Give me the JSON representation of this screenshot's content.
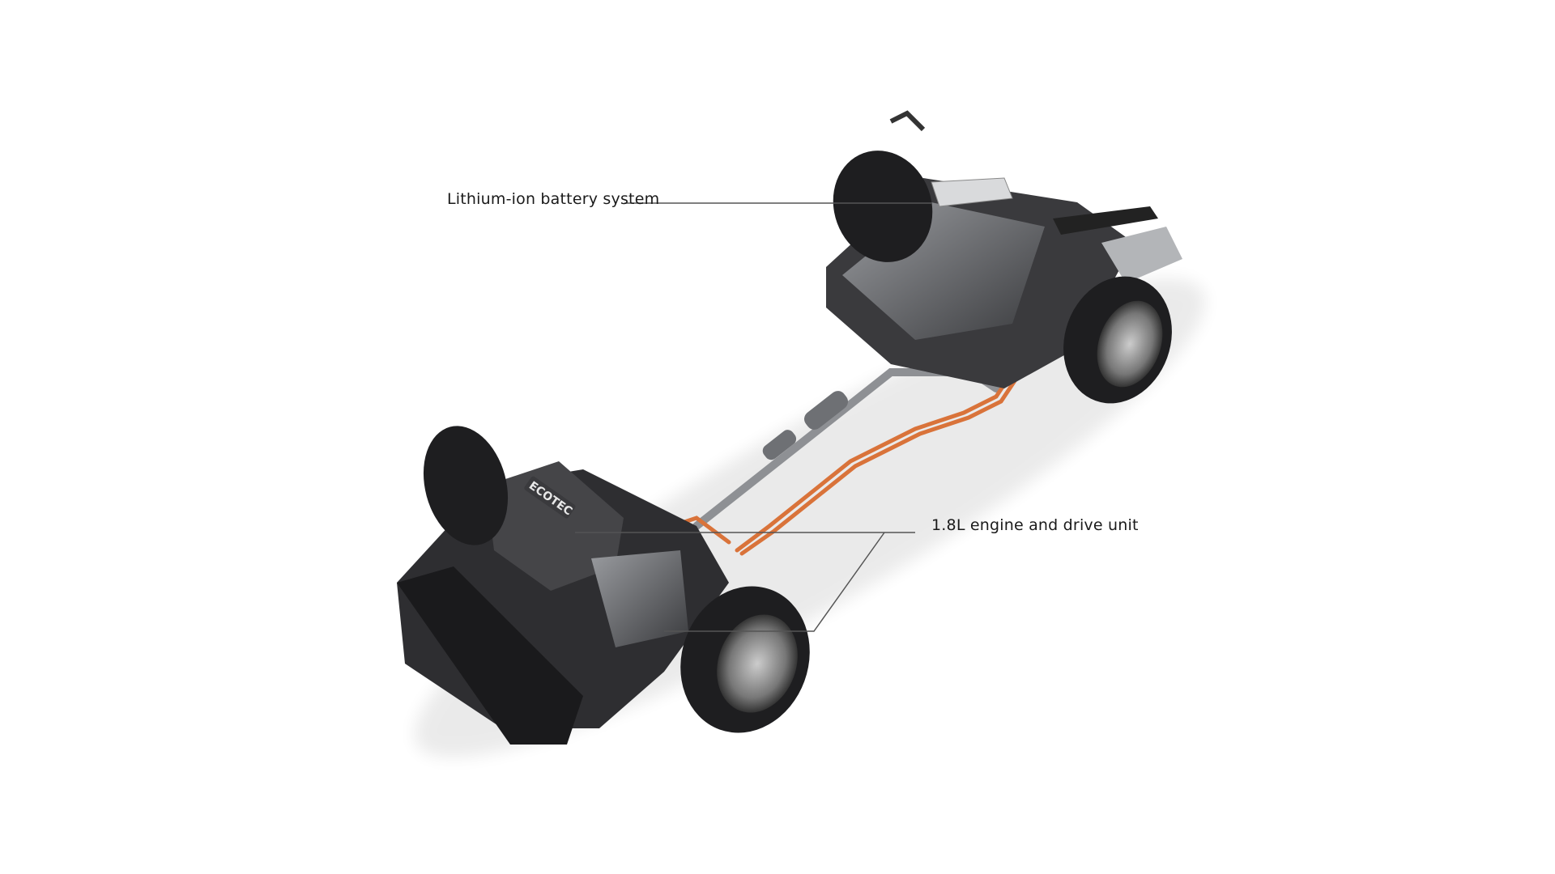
{
  "labels": {
    "battery": "Lithium-ion battery system",
    "engine": "1.8L engine and drive unit"
  },
  "engine_badge": "ECOTEC",
  "colors": {
    "background": "#ffffff",
    "cable": "#d9733a",
    "chassis": "#2b2b2e",
    "leader_line": "#555555"
  }
}
